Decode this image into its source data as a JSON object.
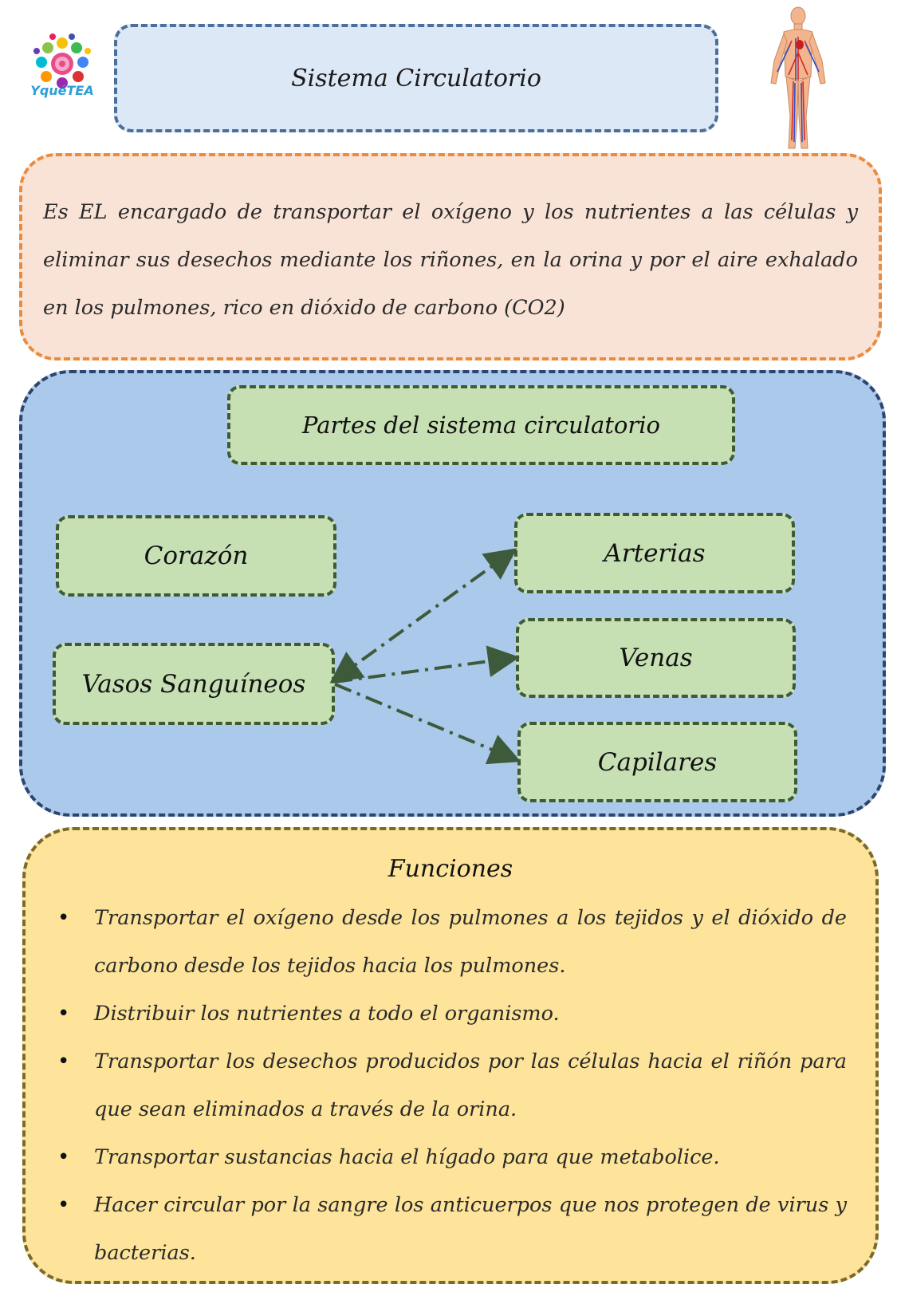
{
  "logo": {
    "text": "YquéTEA"
  },
  "title": "Sistema Circulatorio",
  "definition": "Es EL encargado de transportar el oxígeno y los nutrientes a las células y eliminar sus desechos mediante los riñones, en la orina y por el aire exhalado en los pulmones, rico en dióxido de carbono (CO2)",
  "parts": {
    "title": "Partes del sistema circulatorio",
    "corazon": "Corazón",
    "vasos": "Vasos Sanguíneos",
    "arterias": "Arterias",
    "venas": "Venas",
    "capilares": "Capilares"
  },
  "functions": {
    "title": "Funciones",
    "items": [
      "Transportar el oxígeno desde los pulmones a los tejidos y el dióxido de carbono desde los tejidos hacia los pulmones.",
      "Distribuir los nutrientes a todo el organismo.",
      "Transportar los desechos producidos por las células hacia el riñón para que sean eliminados a través de la orina.",
      "Transportar sustancias hacia el hígado para que metabolice.",
      "Hacer circular por la sangre los anticuerpos que nos protegen de virus y bacterias."
    ]
  },
  "colors": {
    "title_bg": "#dde8f6",
    "definition_bg": "#f9e3d6",
    "parts_bg": "#abc9ea",
    "box_bg": "#c6e0b4",
    "functions_bg": "#fde49a",
    "arrow": "#3d5a3b"
  },
  "icons": [
    "logo-icon",
    "human-body-icon"
  ]
}
